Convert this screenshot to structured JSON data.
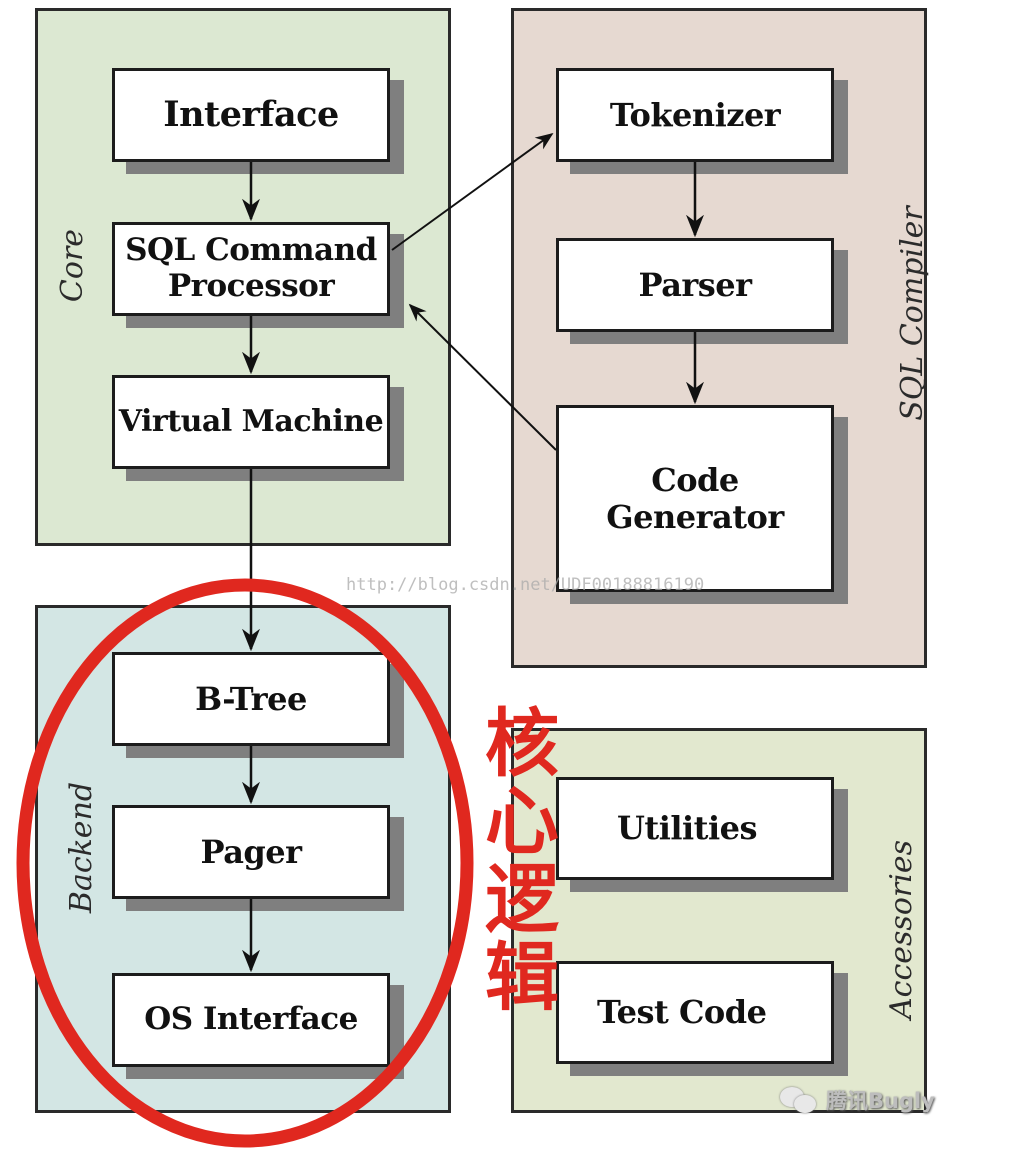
{
  "diagram": {
    "title": "SQLite Architecture",
    "panels": {
      "core": {
        "label": "Core",
        "color": "#dce8d2"
      },
      "sql_compiler": {
        "label": "SQL Compiler",
        "color": "#e6d9d1"
      },
      "backend": {
        "label": "Backend",
        "color": "#d3e6e4"
      },
      "accessories": {
        "label": "Accessories",
        "color": "#e2e8cf"
      }
    },
    "nodes": {
      "interface": {
        "label": "Interface"
      },
      "sql_command_processor": {
        "line1": "SQL Command",
        "line2": "Processor"
      },
      "virtual_machine": {
        "label": "Virtual Machine"
      },
      "tokenizer": {
        "label": "Tokenizer"
      },
      "parser": {
        "label": "Parser"
      },
      "code_generator": {
        "line1": "Code",
        "line2": "Generator"
      },
      "btree": {
        "label": "B-Tree"
      },
      "pager": {
        "label": "Pager"
      },
      "os_interface": {
        "label": "OS Interface"
      },
      "utilities": {
        "label": "Utilities"
      },
      "test_code": {
        "label": "Test Code"
      }
    },
    "edges": [
      {
        "from": "Interface",
        "to": "SQL Command Processor"
      },
      {
        "from": "SQL Command Processor",
        "to": "Virtual Machine"
      },
      {
        "from": "SQL Command Processor",
        "to": "Tokenizer"
      },
      {
        "from": "Tokenizer",
        "to": "Parser"
      },
      {
        "from": "Parser",
        "to": "Code Generator"
      },
      {
        "from": "Code Generator",
        "to": "SQL Command Processor"
      },
      {
        "from": "Virtual Machine",
        "to": "B-Tree"
      },
      {
        "from": "B-Tree",
        "to": "Pager"
      },
      {
        "from": "Pager",
        "to": "OS Interface"
      }
    ],
    "highlight": {
      "annotation_chars": [
        "核",
        "心",
        "逻",
        "辑"
      ],
      "annotation_text": "核心逻辑",
      "color": "#e0281f"
    },
    "watermark": "http://blog.csdn.net/UDF00188816190",
    "brand": "腾讯Bugly"
  }
}
